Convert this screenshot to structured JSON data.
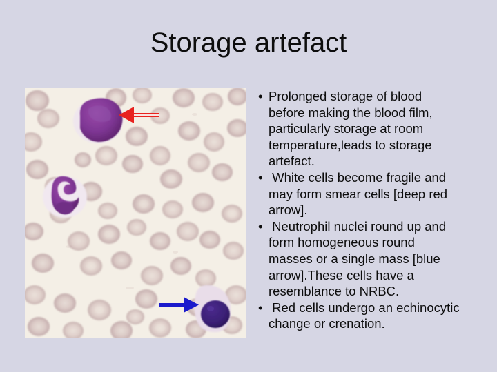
{
  "slide": {
    "title": "Storage artefact",
    "background_color": "#d6d6e4",
    "text_color": "#0d0d0d"
  },
  "figure": {
    "name": "blood-film-micrograph",
    "caption_absent": true,
    "background_color": "#f4efe6",
    "rbc_color": "#cdb9b9",
    "annotations": [
      {
        "name": "red-arrow",
        "color": "#e8221f",
        "direction": "left",
        "points_at": "smear cell (deep purple degenerate white cell nucleus)"
      },
      {
        "name": "blue-arrow",
        "color": "#1a1acc",
        "direction": "right",
        "points_at": "neutrophil with single round homogeneous nuclear mass"
      }
    ]
  },
  "bullets": [
    {
      "marker": "•",
      "text": "Prolonged storage of blood before making the blood film, particularly storage at room temperature,leads to storage artefact."
    },
    {
      "marker": "•",
      "text": " White cells become fragile and may form smear cells [deep red arrow]."
    },
    {
      "marker": "•",
      "text": " Neutrophil nuclei round up and form homogeneous round masses or a single mass [blue arrow].These cells have a resemblance to NRBC."
    },
    {
      "marker": "•",
      "text": " Red cells undergo an echinocytic change or crenation."
    }
  ]
}
